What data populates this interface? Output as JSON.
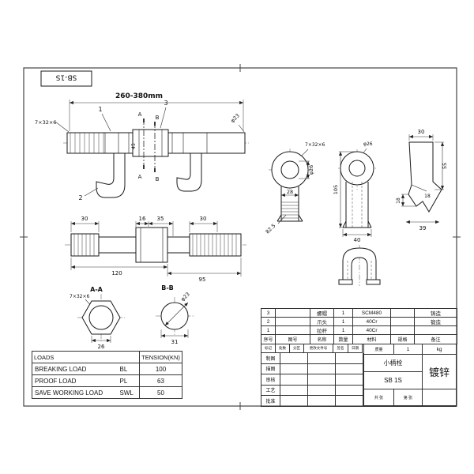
{
  "page": {
    "code_label": "SB-1S"
  },
  "assembly": {
    "overall_dim": "260-380mm",
    "thread_label": "7×32×6",
    "dia_label": "φ23",
    "dim_45": "45",
    "part_1": "1",
    "part_2": "2",
    "part_3": "3",
    "section_a_top": "A",
    "section_b_top": "B",
    "section_a_bottom": "A",
    "section_b_bottom": "B"
  },
  "shaft": {
    "dim_30_left": "30",
    "dim_16": "16",
    "dim_35": "35",
    "dim_30_right": "30",
    "dim_120": "120",
    "dim_95": "95"
  },
  "section_aa": {
    "title": "A-A",
    "thread_label": "7×32×6",
    "dim_26": "26"
  },
  "section_bb": {
    "title": "B-B",
    "dia_label": "φ23",
    "dim_31": "31"
  },
  "eye_front": {
    "thread_label": "7×32×6",
    "dim_28": "28",
    "dia_label": "φ26",
    "dim_stem": "82.5"
  },
  "eye_side": {
    "dia_label": "φ26",
    "dim_105": "105",
    "dim_40": "40"
  },
  "hook_view": {
    "dim_30": "30",
    "dim_55": "55",
    "dim_18_inner": "18",
    "dim_18_left": "18",
    "dim_39": "39"
  },
  "loads_table": {
    "title": "LOADS",
    "col_tension": "TENSION(KN)",
    "rows": [
      {
        "name": "BREAKING LOAD",
        "code": "BL",
        "value": "100"
      },
      {
        "name": "PROOF LOAD",
        "code": "PL",
        "value": "63"
      },
      {
        "name": "SAVE WORKING LOAD",
        "code": "SWL",
        "value": "50"
      }
    ]
  },
  "parts_list": {
    "headers": [
      "序号",
      "图号",
      "名称",
      "数量",
      "材料",
      "规格",
      "备注"
    ],
    "rows": [
      {
        "no": "3",
        "drawing_no": "",
        "name": "螺帽",
        "qty": "1",
        "material": "SCM480",
        "spec": "",
        "note": "铸造"
      },
      {
        "no": "2",
        "drawing_no": "",
        "name": "爪头",
        "qty": "1",
        "material": "40Cr",
        "spec": "",
        "note": "锻造"
      },
      {
        "no": "1",
        "drawing_no": "",
        "name": "拉杆",
        "qty": "1",
        "material": "40Cr",
        "spec": "",
        "note": ""
      }
    ]
  },
  "title_block": {
    "rev_headers": [
      "标记",
      "处数",
      "分区",
      "更改文件号",
      "签名",
      "日期"
    ],
    "roles": [
      "制图",
      "描图",
      "审核",
      "工艺",
      "批准"
    ],
    "mass_label": "质量",
    "mass_value": "1",
    "mass_unit": "kg",
    "product_name": "小柄栓",
    "product_code": "SB 1S",
    "finish": "镀锌",
    "sheet_total": "共 张",
    "sheet_no": "第 张"
  }
}
